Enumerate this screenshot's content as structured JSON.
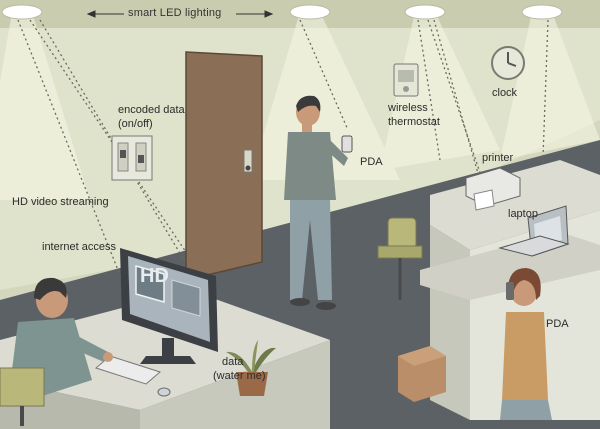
{
  "labels": {
    "smart_led": "smart LED lighting",
    "wireless": "wireless",
    "thermostat": "thermostat",
    "clock": "clock",
    "encoded_data_line1": "encoded data",
    "encoded_data_line2": "(on/off)",
    "pda_standing": "PDA",
    "printer": "printer",
    "hd_video": "HD video streaming",
    "laptop": "laptop",
    "internet_access": "internet access",
    "pda_seated": "PDA",
    "data_line1": "data",
    "data_line2": "(water me)",
    "hd_screen": "HD"
  },
  "colors": {
    "ceiling": "#c9ccaf",
    "wall": "#dfe2c9",
    "floor": "#5d6166",
    "door": "#8a6e55",
    "desk": "#d9dad0",
    "person_shirt": "#7d8a86",
    "person_pants": "#8fa0a6",
    "hair": "#3a3a3a",
    "skin": "#c99a7a",
    "light_glow": "#f4f6e2"
  }
}
